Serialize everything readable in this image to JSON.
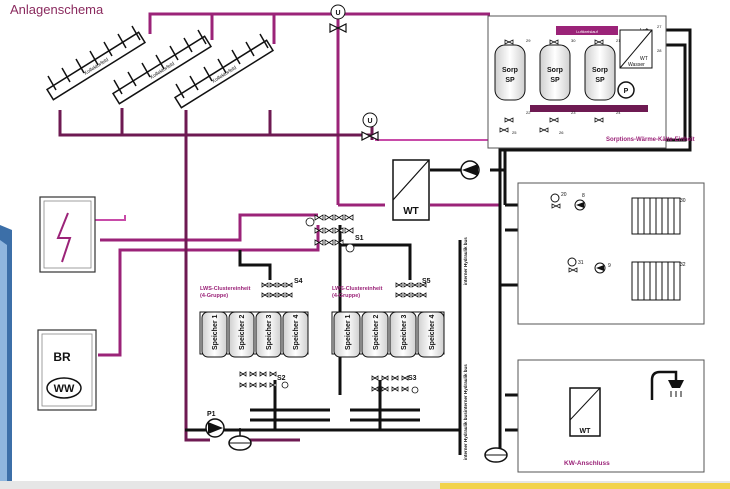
{
  "title": "Anlagenschema",
  "collectors": [
    "Kollektorfeld",
    "Kollektorfeld",
    "Kollektorfeld"
  ],
  "sorption": {
    "unit_label": "Sorptions-Wärme-Kälte-Einheit",
    "luftkreislauf": "Luftkreislauf",
    "luft": "Luft",
    "storage_label_1": "Sorp",
    "storage_label_2": "SP",
    "wt_label": "WT",
    "wasser": "Wasser",
    "pump": "P",
    "valve_numbers": [
      "27",
      "28",
      "29",
      "30",
      "21",
      "22",
      "23",
      "24",
      "25",
      "26"
    ]
  },
  "valve_u": "U",
  "wt_main": "WT",
  "lws_left": {
    "title": "LWS-Clustereinheit",
    "subtitle": "(4-Gruppe)",
    "speicher": [
      "Speicher 1",
      "Speicher 2",
      "Speicher 3",
      "Speicher 4"
    ]
  },
  "lws_right": {
    "title": "LWS-Clustereinheit",
    "subtitle": "(4-Gruppe)",
    "speicher": [
      "Speicher 1",
      "Speicher 2",
      "Speicher 3",
      "Speicher 4"
    ]
  },
  "station_labels": [
    "S1",
    "S2",
    "S3",
    "S4",
    "S5"
  ],
  "bus_labels": [
    "interner Hydraulik bus",
    "interner Hydraulik bus",
    "interner Hydraulik bus"
  ],
  "heating": {
    "valve_a": "20",
    "pump_a": "8",
    "rad_a": "30",
    "valve_b": "31",
    "pump_b": "9",
    "rad_b": "32"
  },
  "brauchwasser": {
    "wt": "WT",
    "label": "KW-Anschluss"
  },
  "boiler": {
    "br": "BR",
    "ww": "WW"
  },
  "pump_p1": "P1",
  "colors": {
    "magenta": "#9b2378",
    "plum": "#6e1a52",
    "pink": "#c84ba8",
    "black": "#111111"
  }
}
